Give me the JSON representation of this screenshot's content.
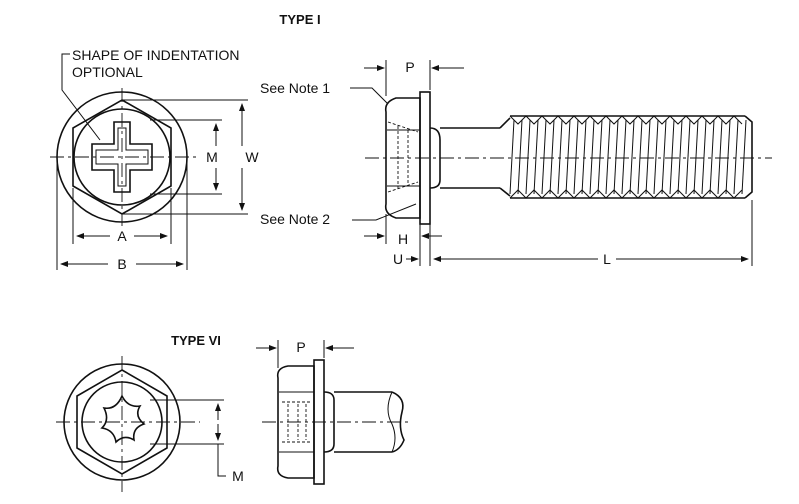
{
  "type1": {
    "title": "TYPE I",
    "indentation_note": [
      "SHAPE OF INDENTATION",
      "OPTIONAL"
    ],
    "note1": "See Note 1",
    "note2": "See Note 2",
    "dim_A": "A",
    "dim_B": "B",
    "dim_M": "M",
    "dim_W": "W",
    "dim_P": "P",
    "dim_H": "H",
    "dim_U": "U",
    "dim_L": "L"
  },
  "type6": {
    "title": "TYPE VI",
    "dim_P": "P",
    "dim_M": "M"
  }
}
